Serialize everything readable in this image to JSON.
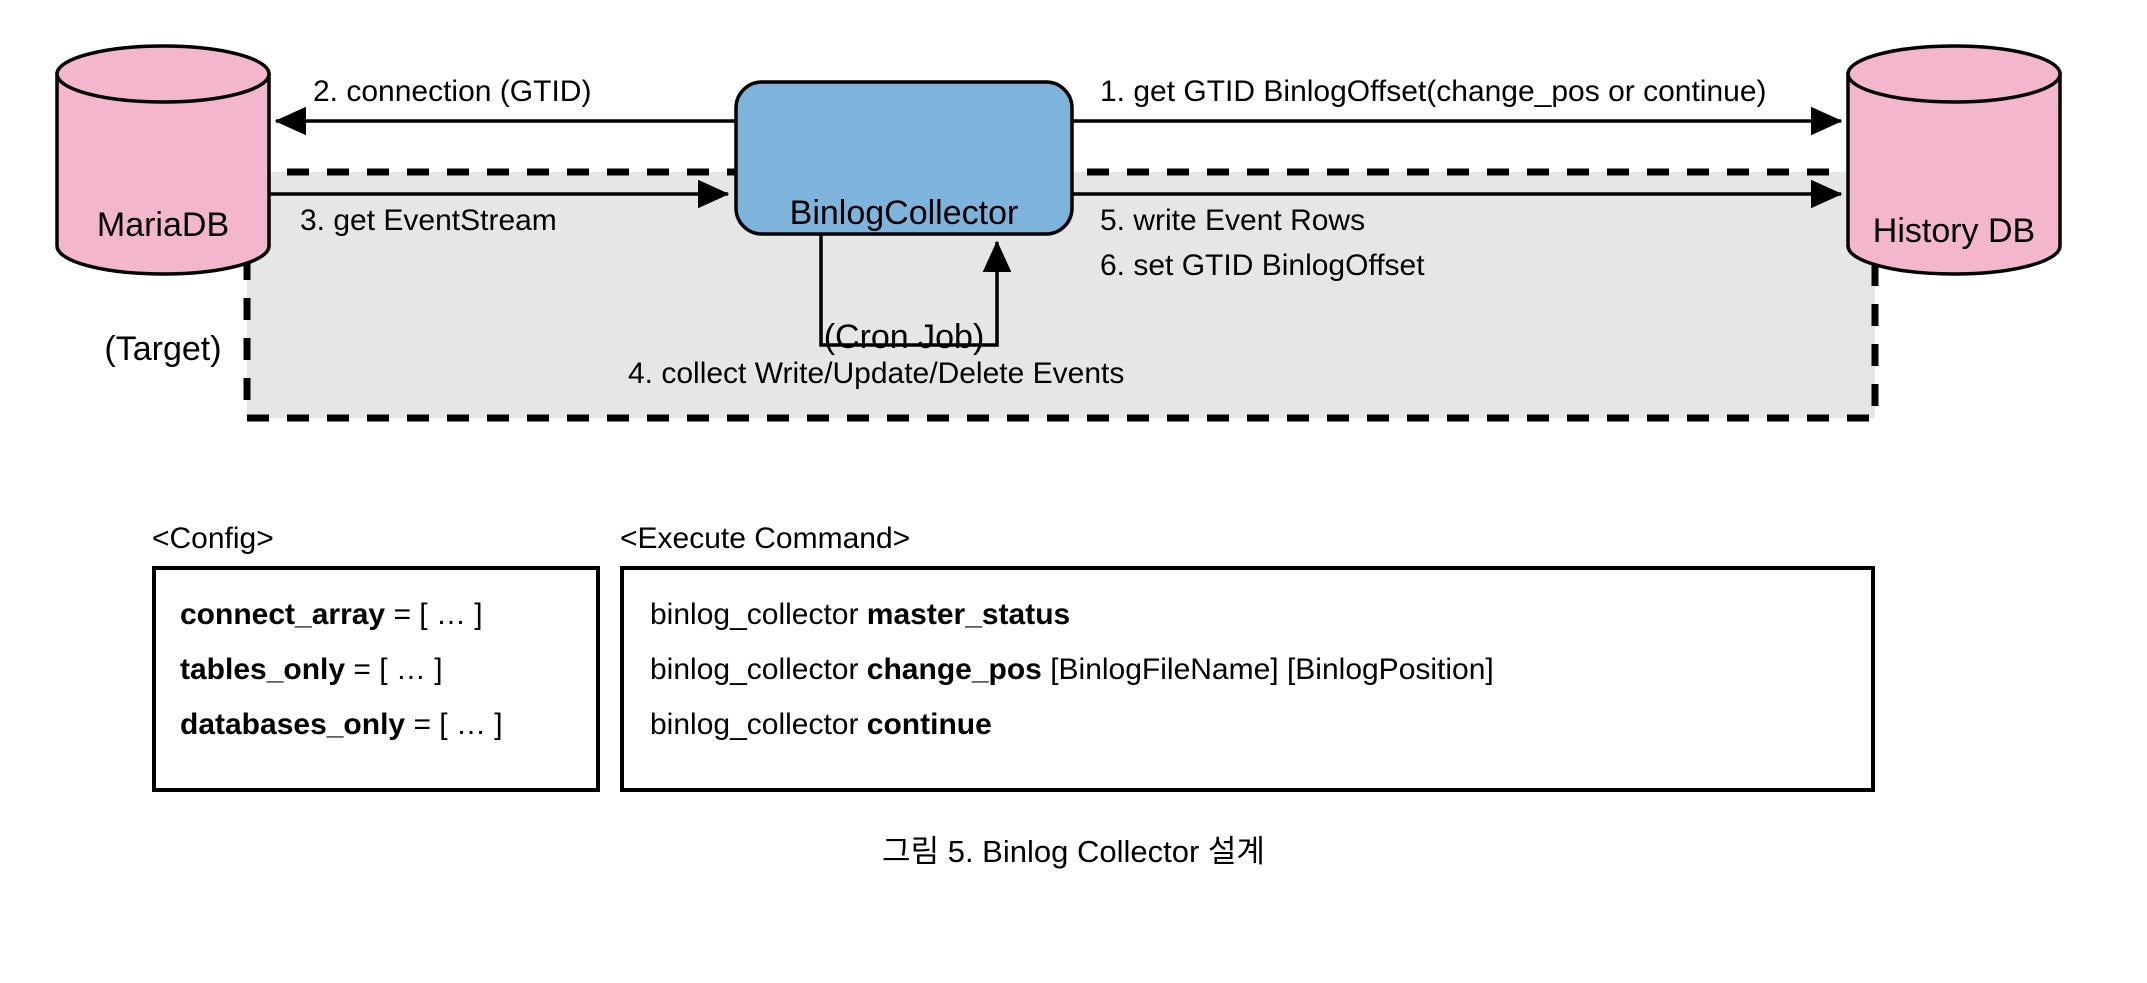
{
  "figure": {
    "caption": "그림 5. Binlog Collector 설계"
  },
  "nodes": {
    "source_db": {
      "line1": "MariaDB",
      "line2": "(Target)",
      "fill": "#f4b6cc"
    },
    "collector": {
      "line1": "BinlogCollector",
      "line2": "(Cron Job)",
      "fill": "#7eb3dc"
    },
    "history_db": {
      "line1": "History DB",
      "fill": "#f4b6cc"
    }
  },
  "region": {
    "fill": "#e6e6e6",
    "stroke": "#000000",
    "style": "dashed"
  },
  "steps": {
    "step1": "1. get GTID BinlogOffset(change_pos or continue)",
    "step2": "2. connection (GTID)",
    "step3": "3. get EventStream",
    "step4": "4. collect Write/Update/Delete Events",
    "step5": "5. write Event Rows",
    "step6": "6. set GTID BinlogOffset"
  },
  "config": {
    "title": "<Config>",
    "rows": [
      {
        "key": "connect_array",
        "value": " = [ … ]"
      },
      {
        "key": "tables_only",
        "value": " = [ … ]"
      },
      {
        "key": "databases_only",
        "value": " = [ … ]"
      }
    ]
  },
  "execute": {
    "title": "<Execute Command>",
    "rows": [
      {
        "cmd": "binlog_collector ",
        "sub": "master_status",
        "args": ""
      },
      {
        "cmd": "binlog_collector ",
        "sub": "change_pos",
        "args": " [BinlogFileName] [BinlogPosition]"
      },
      {
        "cmd": "binlog_collector ",
        "sub": "continue",
        "args": ""
      }
    ]
  }
}
